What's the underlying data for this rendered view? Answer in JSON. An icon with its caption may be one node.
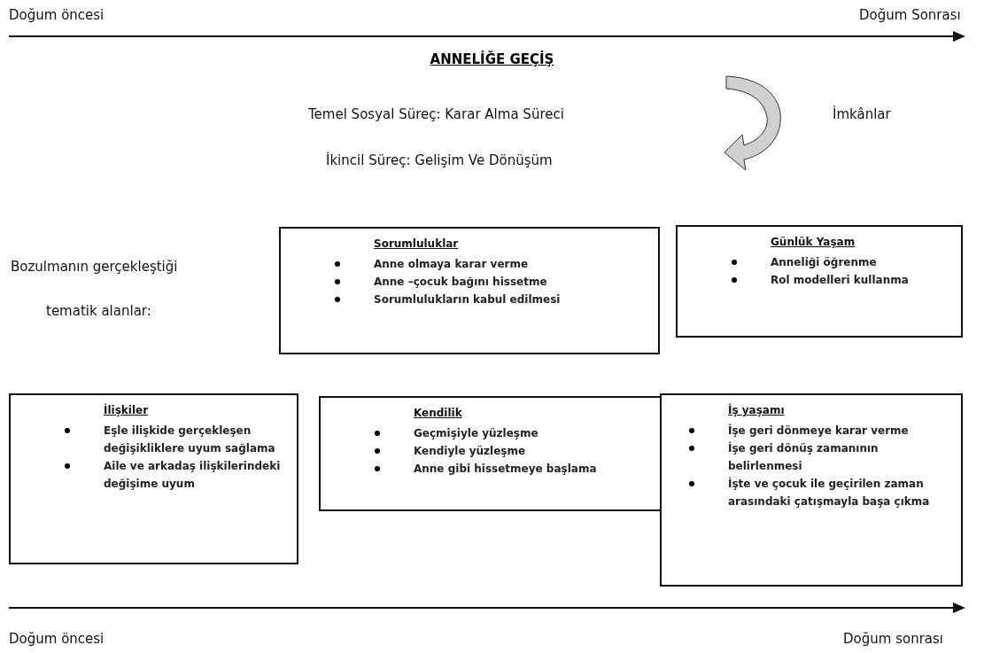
{
  "diagram": {
    "title": "ANNELİĞE GEÇİŞ",
    "nodes": [
      {
        "text": [
          "Sorumluluklar",
          "Anne olmaya karar verme",
          "Anne –çocuk bağını hissetme",
          "Sorumlulukların kabul edilmesi"
        ]
      },
      {
        "text": [
          "Günlük Yaşam",
          "Anneliği öğrenme",
          "Rol modelleri kullanma"
        ]
      },
      {
        "text": [
          "İlişkiler",
          "Eşle ilişkide gerçekleşen değişikliklere uyum sağlama",
          "Aile ve arkadaş ilişkilerindeki değişime uyum"
        ]
      },
      {
        "text": [
          "Kendilik",
          "Geçmişiyle yüzleşme",
          "Kendiyle yüzleşme",
          "Anne gibi hissetmeye başlama"
        ]
      },
      {
        "text": [
          "İş yaşamı",
          "İşe geri dönmeye karar verme",
          "İşe geri dönüş zamanının belirlenmesi",
          "İşte ve çocuk ile geçirilen zaman arasındaki çatışmayla başa çıkma"
        ]
      }
    ],
    "edges": [],
    "labels": [
      "Doğum öncesi",
      "Doğum Sonrası",
      "Temel Sosyal Süreç: Karar Alma Süreci",
      "İmkânlar",
      "İkincil Süreç: Gelişim Ve Dönüşüm",
      "Bozulmanın gerçekleştiği",
      "tematik alanlar:",
      "Doğum öncesi",
      "Doğum sonrası"
    ]
  }
}
